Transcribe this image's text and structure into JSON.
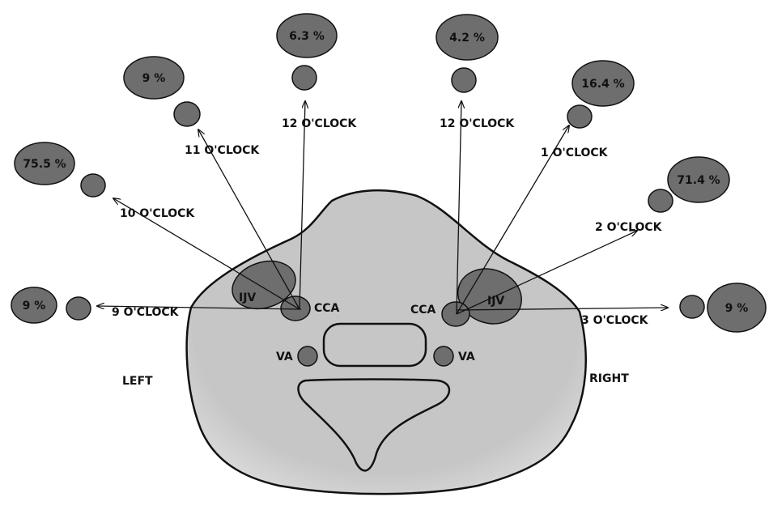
{
  "colors": {
    "neck_fill": "#c6c6c6",
    "node_fill": "#6e6e6e",
    "outline": "#111111",
    "background": "#ffffff"
  },
  "structures": {
    "ijv_left": "IJV",
    "ijv_right": "IJV",
    "cca_left": "CCA",
    "cca_right": "CCA",
    "va_left": "VA",
    "va_right": "VA"
  },
  "sides": {
    "left": "LEFT",
    "right": "RIGHT"
  },
  "directions": [
    {
      "id": "l9",
      "label": "9 O'CLOCK",
      "percent": "9 %"
    },
    {
      "id": "l10",
      "label": "10 O'CLOCK",
      "percent": "75.5 %"
    },
    {
      "id": "l11",
      "label": "11 O'CLOCK",
      "percent": "9 %"
    },
    {
      "id": "l12",
      "label": "12 O'CLOCK",
      "percent": "6.3 %"
    },
    {
      "id": "r12",
      "label": "12 O'CLOCK",
      "percent": "4.2 %"
    },
    {
      "id": "r1",
      "label": "1 O'CLOCK",
      "percent": "16.4 %"
    },
    {
      "id": "r2",
      "label": "2 O'CLOCK",
      "percent": "71.4 %"
    },
    {
      "id": "r3",
      "label": "3 O'CLOCK",
      "percent": "9 %"
    }
  ]
}
